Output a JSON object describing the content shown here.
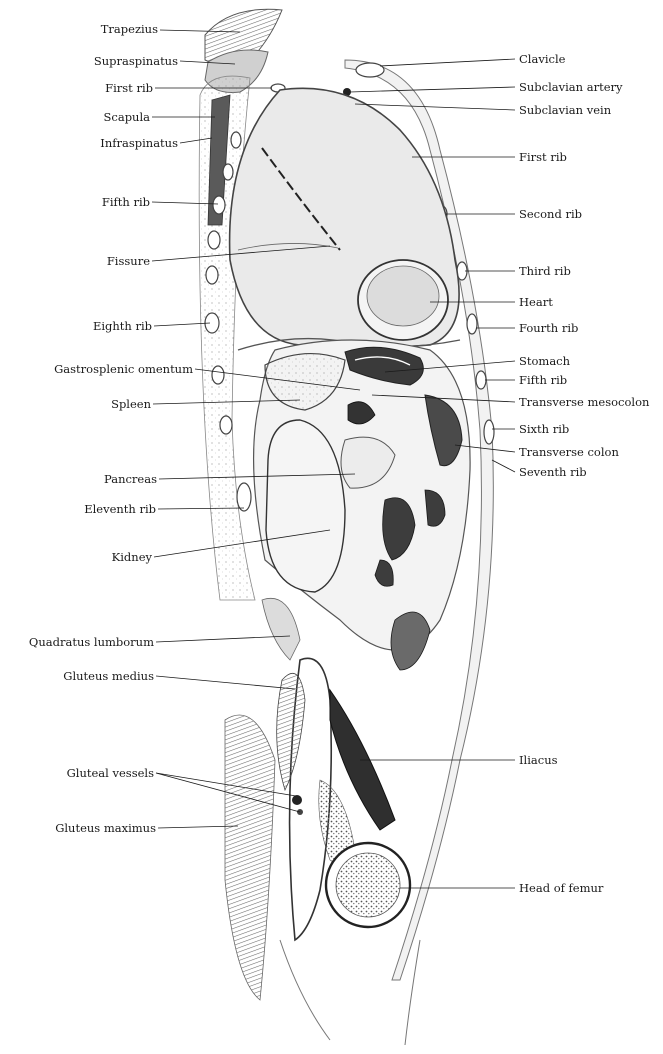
{
  "figure": {
    "labels_left": [
      {
        "id": "trapezius",
        "text": "Trapezius"
      },
      {
        "id": "supraspinatus",
        "text": "Supraspinatus"
      },
      {
        "id": "first-rib-left",
        "text": "First rib"
      },
      {
        "id": "scapula",
        "text": "Scapula"
      },
      {
        "id": "infraspinatus",
        "text": "Infraspinatus"
      },
      {
        "id": "fifth-rib-left",
        "text": "Fifth rib"
      },
      {
        "id": "fissure",
        "text": "Fissure"
      },
      {
        "id": "eighth-rib",
        "text": "Eighth rib"
      },
      {
        "id": "gastrosplenic-omentum",
        "text": "Gastrosplenic omentum"
      },
      {
        "id": "spleen",
        "text": "Spleen"
      },
      {
        "id": "pancreas",
        "text": "Pancreas"
      },
      {
        "id": "eleventh-rib",
        "text": "Eleventh rib"
      },
      {
        "id": "kidney",
        "text": "Kidney"
      },
      {
        "id": "quadratus-lumborum",
        "text": "Quadratus lumborum"
      },
      {
        "id": "gluteus-medius",
        "text": "Gluteus medius"
      },
      {
        "id": "gluteal-vessels",
        "text": "Gluteal vessels"
      },
      {
        "id": "gluteus-maximus",
        "text": "Gluteus maximus"
      }
    ],
    "labels_right": [
      {
        "id": "clavicle",
        "text": "Clavicle"
      },
      {
        "id": "subclavian-artery",
        "text": "Subclavian artery"
      },
      {
        "id": "subclavian-vein",
        "text": "Subclavian vein"
      },
      {
        "id": "first-rib-right",
        "text": "First rib"
      },
      {
        "id": "second-rib",
        "text": "Second rib"
      },
      {
        "id": "third-rib",
        "text": "Third rib"
      },
      {
        "id": "heart",
        "text": "Heart"
      },
      {
        "id": "fourth-rib",
        "text": "Fourth rib"
      },
      {
        "id": "stomach",
        "text": "Stomach"
      },
      {
        "id": "fifth-rib-right",
        "text": "Fifth rib"
      },
      {
        "id": "transverse-mesocolon",
        "text": "Transverse mesocolon"
      },
      {
        "id": "sixth-rib",
        "text": "Sixth rib"
      },
      {
        "id": "transverse-colon",
        "text": "Transverse colon"
      },
      {
        "id": "seventh-rib",
        "text": "Seventh rib"
      },
      {
        "id": "iliacus",
        "text": "Iliacus"
      },
      {
        "id": "head-of-femur",
        "text": "Head of femur"
      }
    ]
  },
  "colors": {
    "ink": "#1a1a1a",
    "outline": "#3a3a3a",
    "tissue_light": "#e9e9e9",
    "tissue_mid": "#bdbdbd",
    "tissue_dark": "#4a4a4a"
  }
}
